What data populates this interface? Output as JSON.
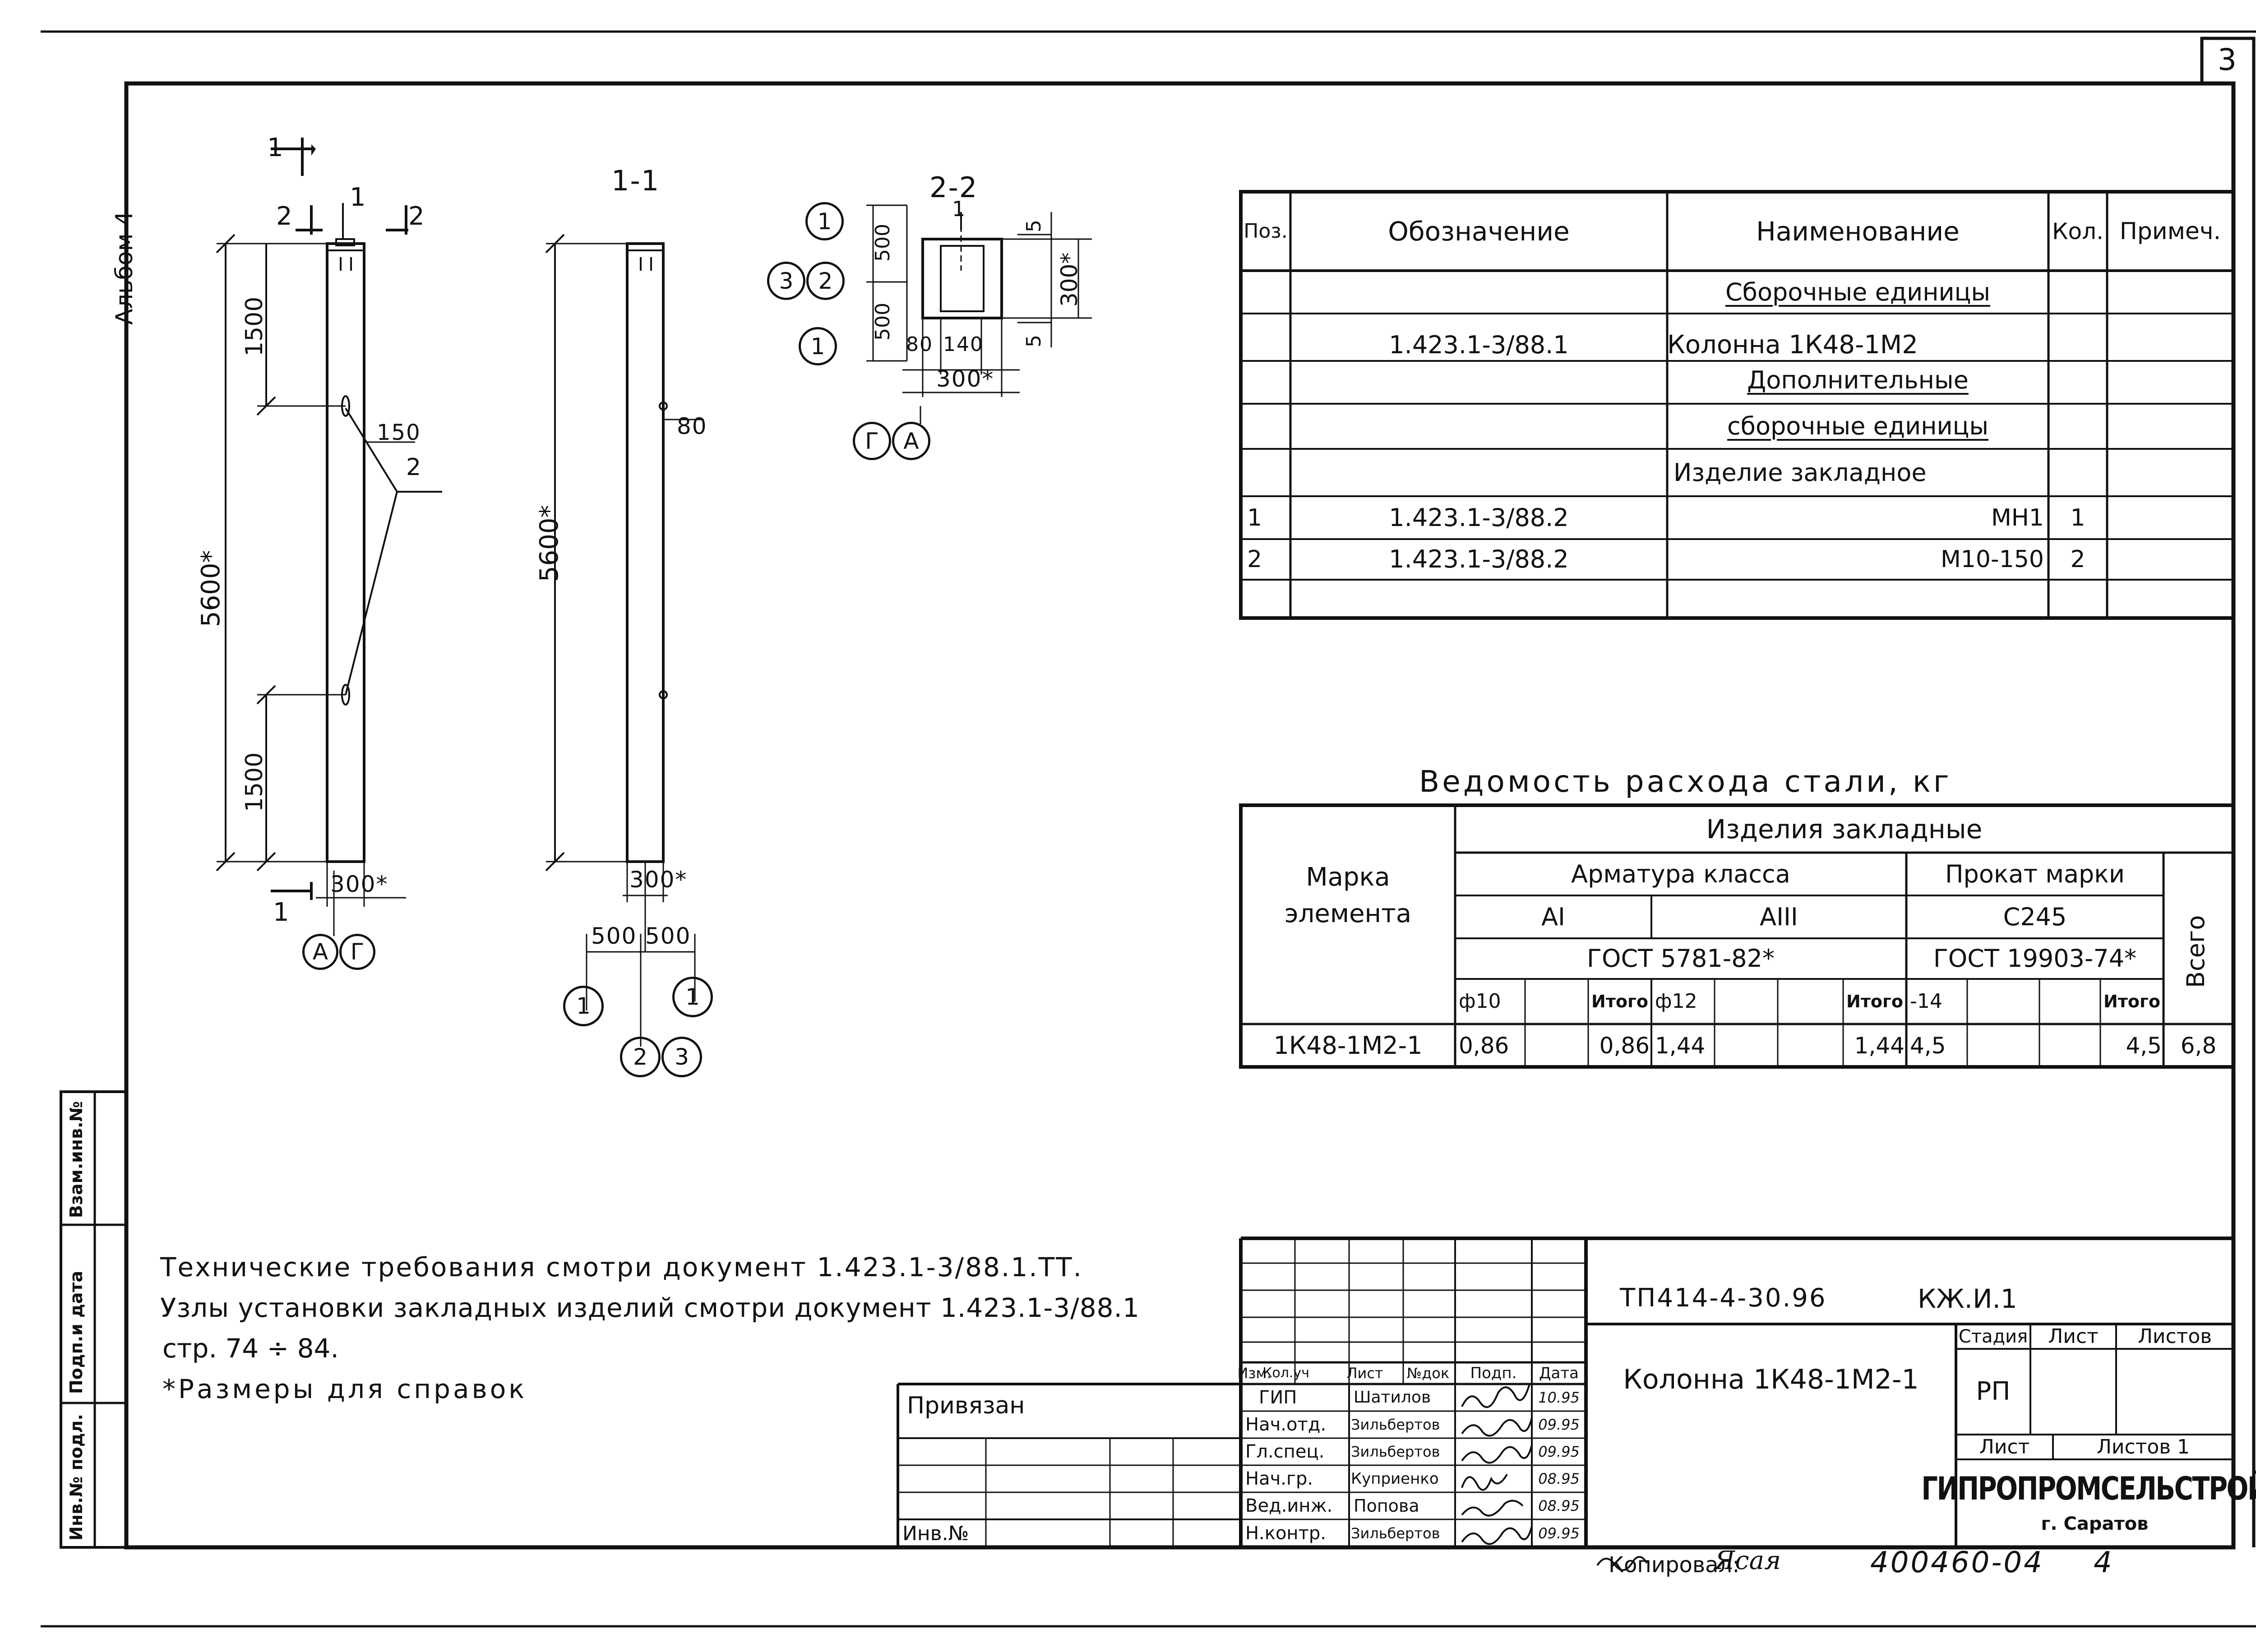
{
  "sheet_number": "3",
  "album_label": "Альбом 4",
  "side_stamps": [
    "Взам.инв.№",
    "Подп.и дата",
    "Инв.№ подл."
  ],
  "drawing": {
    "col1": {
      "section_mark_top": "1",
      "mark_2_left": "2",
      "mark_1_mid": "1",
      "mark_2_right": "2",
      "dim_top": "1500",
      "dim_total": "5600*",
      "dim_bottom": "1500",
      "dim_side": "150",
      "leader_label": "2",
      "dim_width": "300*",
      "section_mark_bottom": "1",
      "axes": [
        "А",
        "Г"
      ]
    },
    "col2": {
      "title": "1-1",
      "dim_total": "5600*",
      "dim_side": "80",
      "dim_width": "300*",
      "dim_left": "500",
      "dim_right": "500",
      "callouts": [
        "1",
        "1",
        "2",
        "3"
      ]
    },
    "section": {
      "title": "2-2",
      "mark_inner": "1",
      "callouts": [
        "1",
        "3",
        "2",
        "1"
      ],
      "dim_500a": "500",
      "dim_500b": "500",
      "dim_80": "80",
      "dim_140": "140",
      "dim_300": "300*",
      "dim_5a": "5",
      "dim_5b": "5",
      "dim_300v": "300*",
      "axes": [
        "Г",
        "А"
      ]
    }
  },
  "spec_table": {
    "headers": [
      "Поз.",
      "Обозначение",
      "Наименование",
      "Кол.",
      "Примеч."
    ],
    "rows": [
      {
        "pos": "",
        "designation": "",
        "name": "Сборочные единицы",
        "qty": "",
        "note": ""
      },
      {
        "pos": "",
        "designation": "1.423.1-3/88.1",
        "name": "Колонна 1К48-1М2",
        "qty": "",
        "note": ""
      },
      {
        "pos": "",
        "designation": "",
        "name": "Дополнительные",
        "qty": "",
        "note": ""
      },
      {
        "pos": "",
        "designation": "",
        "name": "сборочные единицы",
        "qty": "",
        "note": ""
      },
      {
        "pos": "",
        "designation": "",
        "name": "Изделие закладное",
        "qty": "",
        "note": ""
      },
      {
        "pos": "1",
        "designation": "1.423.1-3/88.2",
        "name": "МН1",
        "qty": "1",
        "note": ""
      },
      {
        "pos": "2",
        "designation": "1.423.1-3/88.2",
        "name": "М10-150",
        "qty": "2",
        "note": ""
      },
      {
        "pos": "",
        "designation": "",
        "name": "",
        "qty": "",
        "note": ""
      }
    ]
  },
  "steel_table": {
    "title": "Ведомость расхода стали, кг",
    "h_group": "Изделия закладные",
    "h_mark": "Марка элемента",
    "h_rebar": "Арматура класса",
    "h_rolled": "Прокат марки",
    "h_total": "Всего",
    "h_ai": "АI",
    "h_aiii": "АIII",
    "h_c245": "С245",
    "h_gost1": "ГОСТ 5781-82*",
    "h_gost2": "ГОСТ 19903-74*",
    "h_cols": [
      "ф10",
      "",
      "Итого",
      "ф12",
      "",
      "",
      "Итого",
      "-14",
      "",
      "",
      "Итого"
    ],
    "row": {
      "mark": "1К48-1М2-1",
      "values": [
        "0,86",
        "",
        "0,86",
        "1,44",
        "",
        "",
        "1,44",
        "4,5",
        "",
        "",
        "4,5"
      ],
      "total": "6,8"
    }
  },
  "notes": [
    "Технические требования смотри документ 1.423.1-3/88.1.ТТ.",
    "Узлы установки закладных изделий смотри документ 1.423.1-3/88.1",
    "стр. 74 ÷ 84.",
    "*Размеры для справок"
  ],
  "privyazan": "Привязан",
  "inv_no": "Инв.№",
  "title_block": {
    "code": "ТП414-4-30.96",
    "mark": "КЖ.И.1",
    "name": "Колонна 1К48-1М2-1",
    "stage_h": "Стадия",
    "sheet_h": "Лист",
    "sheets_h": "Листов",
    "stage": "РП",
    "sheet_label": "Лист",
    "sheets_label": "Листов 1",
    "org": "ГИПРОПРОМСЕЛЬСТРОЙ",
    "city": "г. Саратов",
    "sign_headers": [
      "Изм.",
      "Кол.уч",
      "Лист",
      "№док",
      "Подп.",
      "Дата"
    ],
    "signers": [
      {
        "role": "ГИП",
        "name": "Шатилов",
        "date": "10.95"
      },
      {
        "role": "Нач.отд.",
        "name": "Зильбертов",
        "date": "09.95"
      },
      {
        "role": "Гл.спец.",
        "name": "Зильбертов",
        "date": "09.95"
      },
      {
        "role": "Нач.гр.",
        "name": "Куприенко",
        "date": "08.95"
      },
      {
        "role": "Вед.инж.",
        "name": "Попова",
        "date": "08.95"
      },
      {
        "role": "Н.контр.",
        "name": "Зильбертов",
        "date": "09.95"
      }
    ]
  },
  "footer": {
    "copied_label": "Копировал:",
    "copied_sign": "Ясая",
    "doc_no": "400460-04",
    "page": "4"
  }
}
